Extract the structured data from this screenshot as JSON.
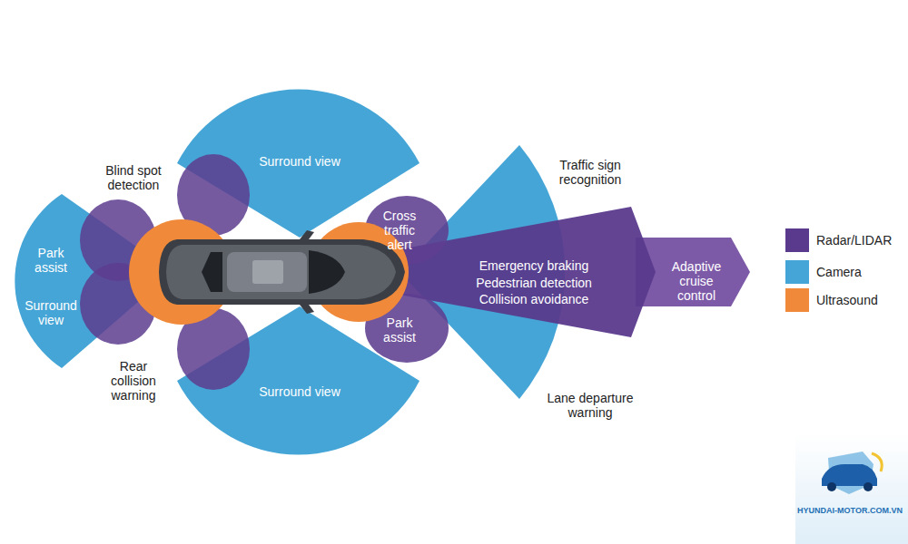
{
  "diagram": {
    "labels": [
      "Blind spot detection",
      "Surround view",
      "Traffic sign recognition",
      "Park assist",
      "Surround view",
      "Cross traffic alert",
      "Emergency braking",
      "Pedestrian detection",
      "Collision avoidance",
      "Adaptive cruise control",
      "Park assist",
      "Rear collision warning",
      "Surround view",
      "Lane departure warning",
      "HYUNDAI-MOTOR.COM.VN"
    ],
    "legend": [
      {
        "text": "Radar/LIDAR",
        "color": "#5a3a8c"
      },
      {
        "text": "Camera",
        "color": "#45a5d6"
      },
      {
        "text": "Ultrasound",
        "color": "#f08a3a"
      }
    ]
  }
}
